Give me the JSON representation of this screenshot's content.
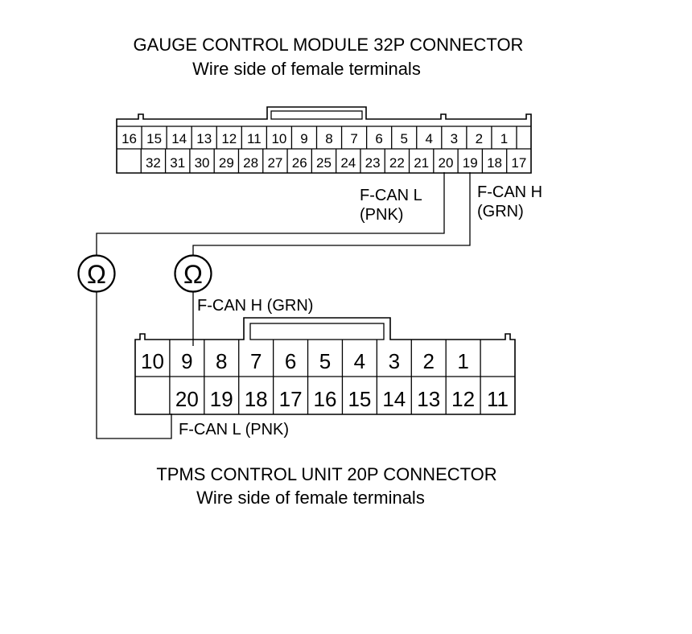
{
  "gauge_connector": {
    "title": "GAUGE CONTROL MODULE 32P CONNECTOR",
    "subtitle": "Wire side of female terminals",
    "top_row": [
      "16",
      "15",
      "14",
      "13",
      "12",
      "11",
      "10",
      "9",
      "8",
      "7",
      "6",
      "5",
      "4",
      "3",
      "2",
      "1"
    ],
    "bottom_row": [
      "",
      "32",
      "31",
      "30",
      "29",
      "28",
      "27",
      "26",
      "25",
      "24",
      "23",
      "22",
      "21",
      "20",
      "19",
      "18",
      "17"
    ],
    "label_fcan_l": "F-CAN L",
    "label_fcan_l_color": "(PNK)",
    "label_fcan_h": "F-CAN H",
    "label_fcan_h_color": "(GRN)"
  },
  "tpms_connector": {
    "title": "TPMS CONTROL UNIT 20P CONNECTOR",
    "subtitle": "Wire side of female terminals",
    "top_row": [
      "10",
      "9",
      "8",
      "7",
      "6",
      "5",
      "4",
      "3",
      "2",
      "1",
      ""
    ],
    "bottom_row": [
      "",
      "20",
      "19",
      "18",
      "17",
      "16",
      "15",
      "14",
      "13",
      "12",
      "11"
    ],
    "label_fcan_h": "F-CAN H (GRN)",
    "label_fcan_l": "F-CAN L (PNK)"
  },
  "meters": {
    "left_symbol": "Ω",
    "right_symbol": "Ω"
  },
  "colors": {
    "ink": "#000000",
    "background": "#ffffff"
  }
}
